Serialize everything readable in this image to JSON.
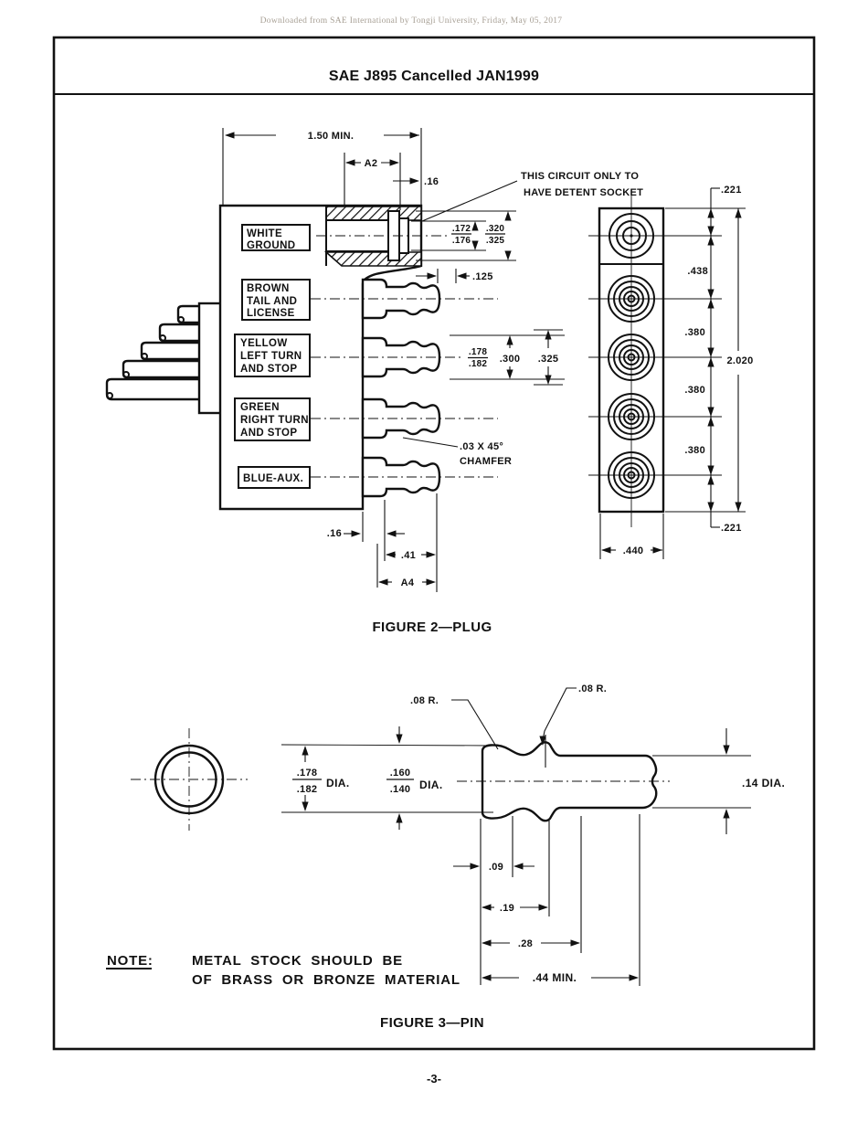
{
  "watermark": "Downloaded from SAE International by Tongji University, Friday, May 05, 2017",
  "title": "SAE J895 Cancelled JAN1999",
  "page_number": "-3-",
  "figure2": {
    "caption": "FIGURE 2—PLUG",
    "detent_note_line1": "THIS CIRCUIT ONLY TO",
    "detent_note_line2": "HAVE DETENT SOCKET",
    "chamfer_line1": ".03 X 45°",
    "chamfer_line2": "CHAMFER",
    "circuit_labels": {
      "c1_line1": "WHITE",
      "c1_line2": "GROUND",
      "c2_line1": "BROWN",
      "c2_line2": "TAIL AND",
      "c2_line3": "LICENSE",
      "c3_line1": "YELLOW",
      "c3_line2": "LEFT TURN",
      "c3_line3": "AND STOP",
      "c4_line1": "GREEN",
      "c4_line2": "RIGHT TURN",
      "c4_line3": "AND STOP",
      "c5_line1": "BLUE-AUX."
    },
    "dims": {
      "overall": "1.50 MIN.",
      "a2": "A2",
      "top_16": ".16",
      "socket_bore_hi": ".172",
      "socket_bore_lo": ".176",
      "socket_od_hi": ".320",
      "socket_od_lo": ".325",
      "lip": ".125",
      "pin_bore_hi": ".178",
      "pin_bore_lo": ".182",
      "pin_300": ".300",
      "pin_325": ".325",
      "bottom_16": ".16",
      "bottom_41": ".41",
      "a4": "A4",
      "end_221_top": ".221",
      "end_438": ".438",
      "end_380_a": ".380",
      "end_2020": "2.020",
      "end_380_b": ".380",
      "end_380_c": ".380",
      "end_221_bottom": ".221",
      "end_440": ".440"
    }
  },
  "figure3": {
    "caption": "FIGURE 3—PIN",
    "note_label": "NOTE:",
    "note_line1": "METAL STOCK SHOULD BE",
    "note_line2": "OF BRASS OR BRONZE MATERIAL",
    "dims": {
      "radius_left": ".08 R.",
      "radius_right": ".08 R.",
      "head_dia_hi": ".178",
      "head_dia_lo": ".182",
      "head_dia_suffix": "DIA.",
      "mid_dia_hi": ".160",
      "mid_dia_lo": ".140",
      "mid_dia_suffix": "DIA.",
      "tip_dia": ".14 DIA.",
      "d09": ".09",
      "d19": ".19",
      "d28": ".28",
      "d44": ".44 MIN."
    }
  }
}
